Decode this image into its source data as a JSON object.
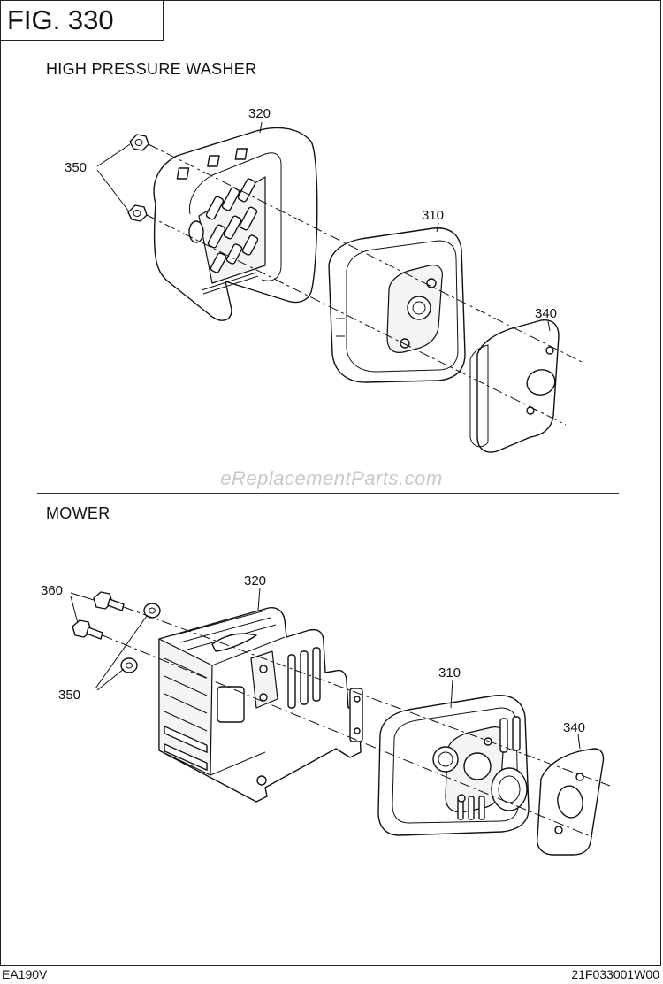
{
  "figure": {
    "label": "FIG.  330"
  },
  "sections": [
    {
      "title": "HIGH PRESSURE WASHER"
    },
    {
      "title": "MOWER"
    }
  ],
  "callouts": {
    "top": [
      "320",
      "350",
      "310",
      "340"
    ],
    "bottom": [
      "320",
      "360",
      "350",
      "310",
      "340"
    ]
  },
  "watermark": "eReplacementParts.com",
  "footer": {
    "model": "EA190V",
    "code": "21F033001W00"
  }
}
